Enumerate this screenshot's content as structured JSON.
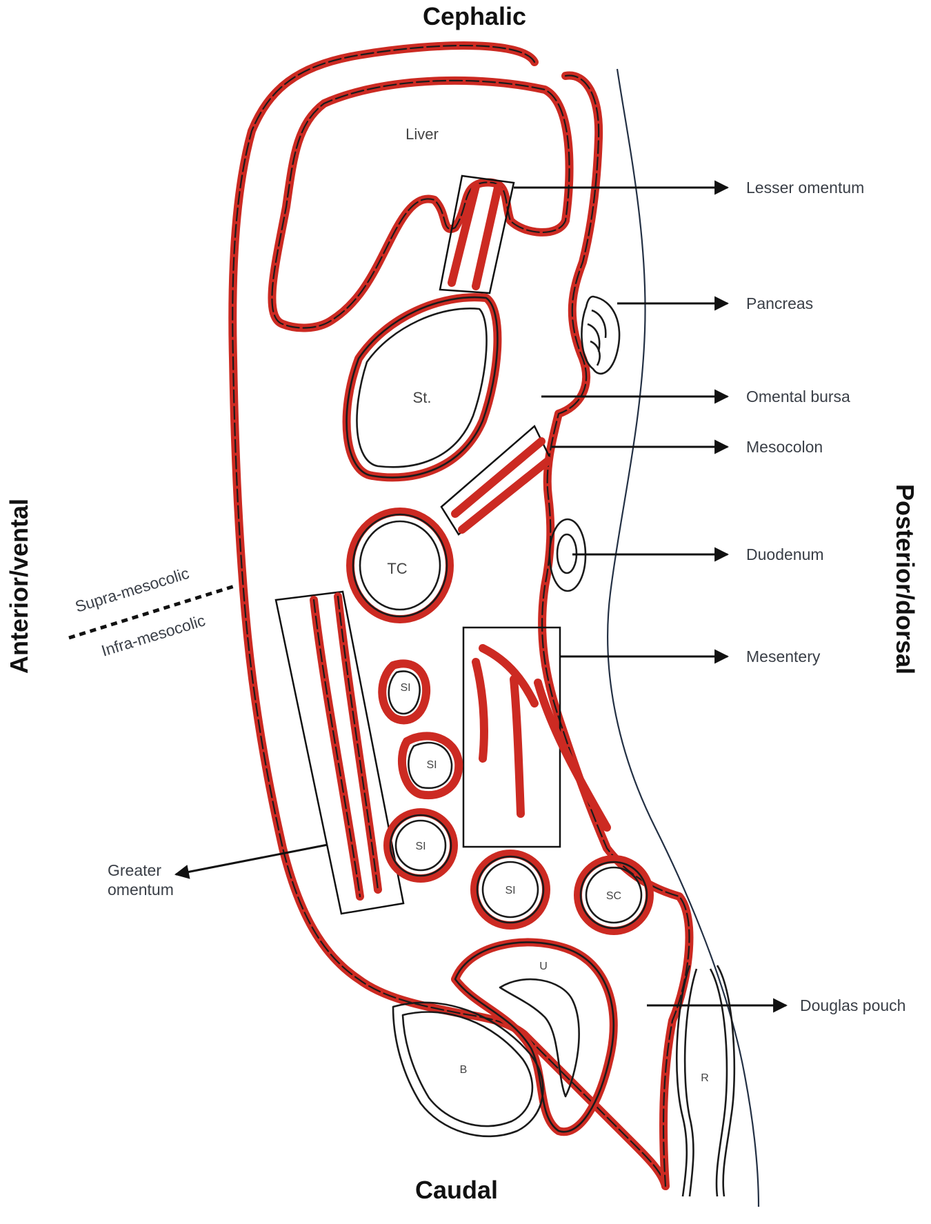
{
  "orientation": {
    "top": "Cephalic",
    "bottom": "Caudal",
    "left": "Anterior/vental",
    "right": "Posterior/dorsal"
  },
  "regions": {
    "upper": "Supra-mesocolic",
    "lower": "Infra-mesocolic"
  },
  "labels": {
    "lesser_omentum": "Lesser omentum",
    "pancreas": "Pancreas",
    "omental_bursa": "Omental bursa",
    "mesocolon": "Mesocolon",
    "duodenum": "Duodenum",
    "mesentery": "Mesentery",
    "greater_omentum_1": "Greater",
    "greater_omentum_2": "omentum",
    "douglas_pouch": "Douglas pouch"
  },
  "organs": {
    "liver": "Liver",
    "stomach": "St.",
    "transverse_colon": "TC",
    "small_intestine": "SI",
    "sigmoid_colon": "SC",
    "uterus": "U",
    "bladder": "B",
    "rectum": "R"
  },
  "colors": {
    "peritoneum": "#cc2a22",
    "outline": "#1b1b1b",
    "text": "#3a3f47"
  }
}
